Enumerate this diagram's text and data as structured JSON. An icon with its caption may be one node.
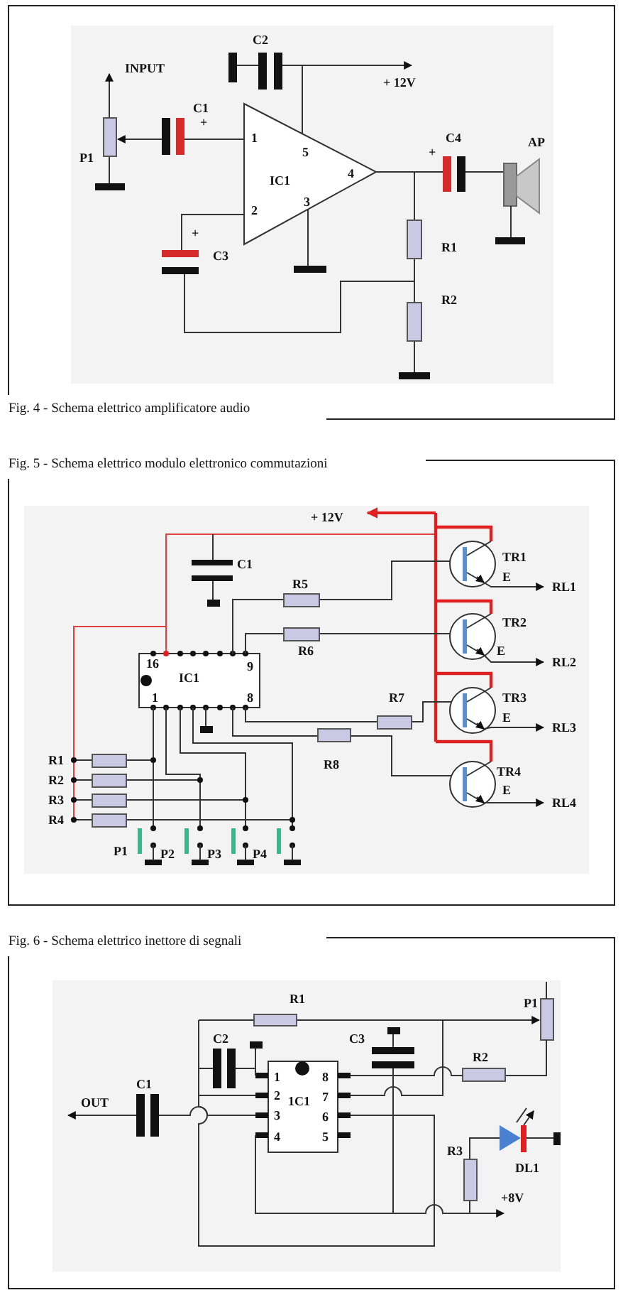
{
  "diagram": {
    "labels": [
      "C2",
      "INPUT",
      "+ 12V",
      "C1",
      "+",
      "P1",
      "1",
      "5",
      "C4",
      "+",
      "AP",
      "IC1",
      "4",
      "2",
      "3",
      "+",
      "C3",
      "R1",
      "R2",
      "Fig. 4 - Schema elettrico amplificatore audio",
      "Fig. 5 - Schema elettrico modulo elettronico commutazioni",
      "+ 12V",
      "C1",
      "TR1",
      "R5",
      "E",
      "RL1",
      "TR2",
      "R6",
      "16",
      "9",
      "E",
      "IC1",
      "RL2",
      "1",
      "8",
      "R7",
      "TR3",
      "E",
      "RL3",
      "R1",
      "R8",
      "TR4",
      "R2",
      "E",
      "R3",
      "RL4",
      "R4",
      "P1",
      "P2",
      "P3",
      "P4",
      "Fig. 6 - Schema elettrico inettore di segnali",
      "R1",
      "P1",
      "C2",
      "C3",
      "R2",
      "1",
      "8",
      "C1",
      "OUT",
      "2",
      "1C1",
      "7",
      "3",
      "6",
      "4",
      "5",
      "R3",
      "DL1",
      "+8V"
    ]
  }
}
